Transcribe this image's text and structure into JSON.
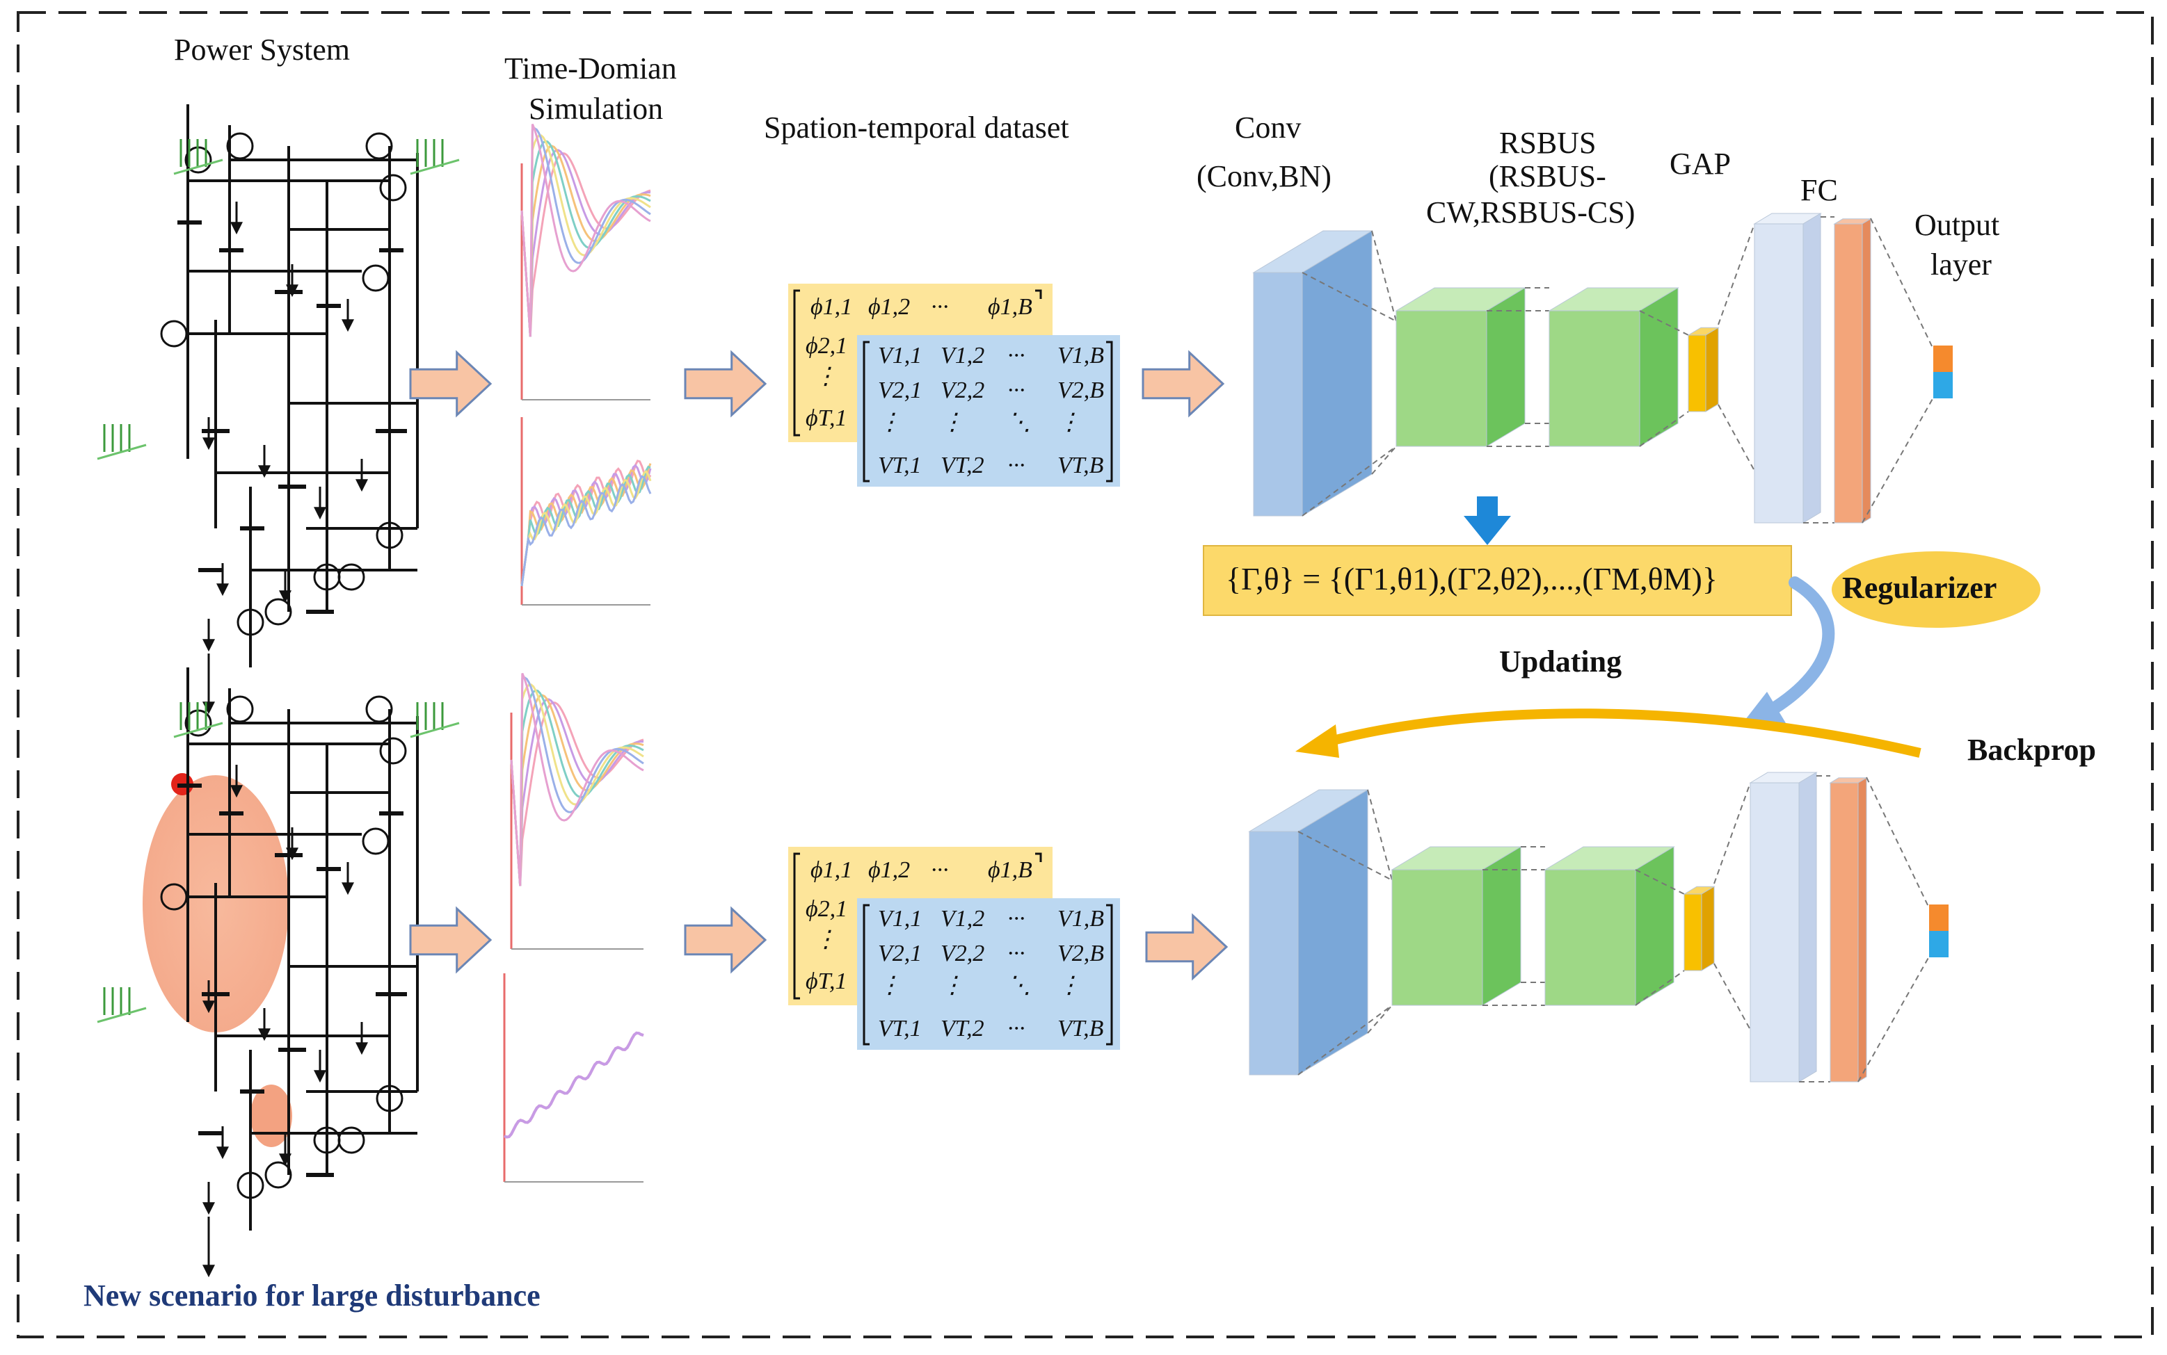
{
  "labels": {
    "power_system": "Power System",
    "time_domain_line1": "Time-Domian",
    "time_domain_line2": "Simulation",
    "dataset": "Spation-temporal dataset",
    "conv_line1": "Conv",
    "conv_line2": "(Conv,BN)",
    "rsbus_line1": "RSBUS",
    "rsbus_line2": "(RSBUS-",
    "rsbus_line3": "CW,RSBUS-CS)",
    "gap": "GAP",
    "fc": "FC",
    "output_line1": "Output",
    "output_line2": "layer",
    "formula": "{Γ,θ} = {(Γ1,θ1),(Γ2,θ2),...,(ΓM,θM)}",
    "regularizer": "Regularizer",
    "updating": "Updating",
    "backprop": "Backprop",
    "new_scenario": "New scenario for large disturbance"
  },
  "matrix": {
    "phi": [
      "ϕ1,1",
      "ϕ1,2",
      "···",
      "ϕ1,B",
      "ϕ2,1",
      "⋮",
      "ϕT,1"
    ],
    "v": [
      "V1,1",
      "V1,2",
      "···",
      "V1,B",
      "V2,1",
      "V2,2",
      "···",
      "V2,B",
      "⋮",
      "⋮",
      "⋱",
      "⋮",
      "VT,1",
      "VT,2",
      "···",
      "VT,B"
    ]
  },
  "colors": {
    "conv_blue": "#8fb4df",
    "block_green": "#8ed07a",
    "gap_orange": "#f5b400",
    "fc_light": "#dbe5f4",
    "fc_orange": "#f3a57a",
    "arrow_fill": "#f8c4a4",
    "formula_box": "#fcd96a",
    "matrix_yellow": "#fde59a",
    "matrix_blue": "#bcd8f1",
    "title_blue": "#1f3a78"
  }
}
